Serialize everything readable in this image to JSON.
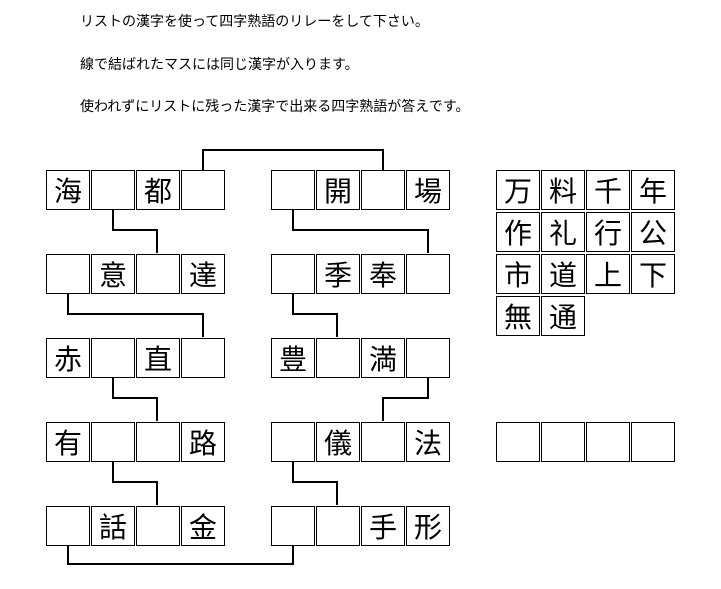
{
  "instructions": [
    "リストの漢字を使って四字熟語のリレーをして下さい。",
    "線で結ばれたマスには同じ漢字が入ります。",
    "使われずにリストに残った漢字で出来る四字熟語が答えです。"
  ],
  "left_column": [
    [
      "海",
      "",
      "都",
      ""
    ],
    [
      "",
      "意",
      "",
      "達"
    ],
    [
      "赤",
      "",
      "直",
      ""
    ],
    [
      "有",
      "",
      "",
      "路"
    ],
    [
      "",
      "話",
      "",
      "金"
    ]
  ],
  "right_column": [
    [
      "",
      "開",
      "",
      "場"
    ],
    [
      "",
      "季",
      "奉",
      ""
    ],
    [
      "豊",
      "",
      "満",
      ""
    ],
    [
      "",
      "儀",
      "",
      "法"
    ],
    [
      "",
      "",
      "手",
      "形"
    ]
  ],
  "kanji_list": [
    [
      "万",
      "料",
      "千",
      "年"
    ],
    [
      "作",
      "礼",
      "行",
      "公"
    ],
    [
      "市",
      "道",
      "上",
      "下"
    ],
    [
      "無",
      "通"
    ]
  ],
  "answer_cells": [
    "",
    "",
    "",
    ""
  ]
}
